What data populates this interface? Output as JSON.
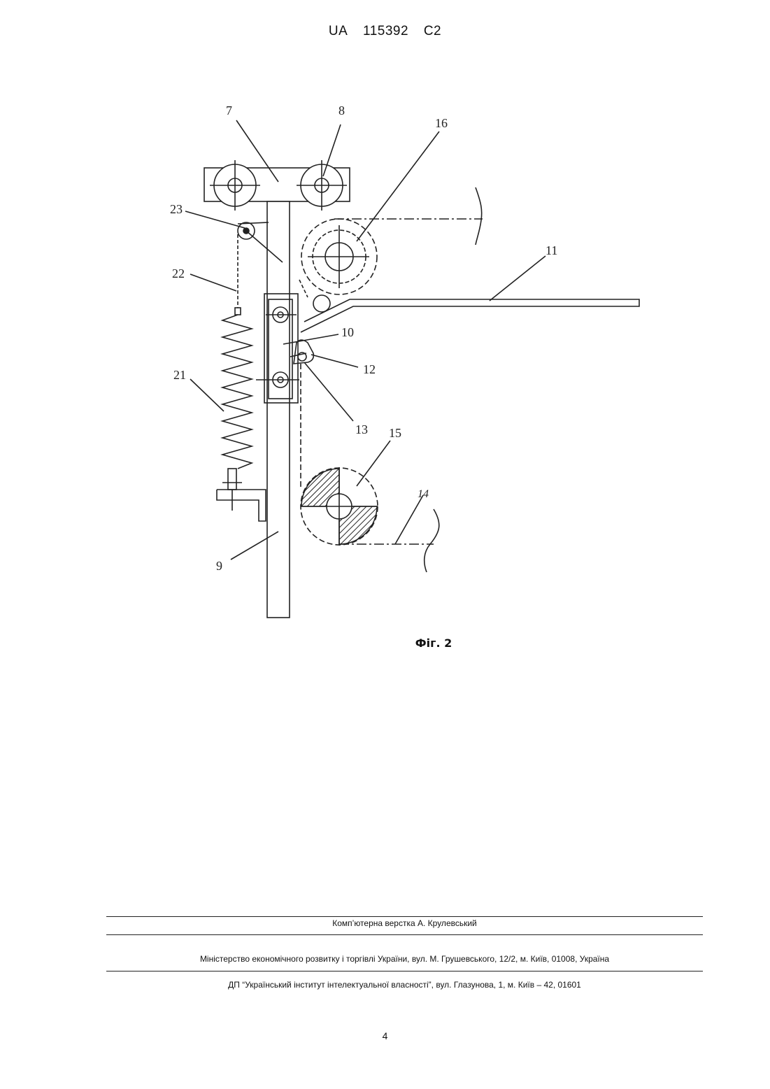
{
  "header": {
    "country": "UA",
    "number": "115392",
    "kind": "C2"
  },
  "figure": {
    "caption": "Фіг. 2",
    "labels": {
      "l7": "7",
      "l8": "8",
      "l16": "16",
      "l23": "23",
      "l11": "11",
      "l22": "22",
      "l10": "10",
      "l12": "12",
      "l21": "21",
      "l13": "13",
      "l15": "15",
      "l14": "14",
      "l9": "9"
    }
  },
  "footer": {
    "layout": "Комп’ютерна верстка А. Крулевський",
    "ministry": "Міністерство економічного розвитку і торгівлі України, вул. М. Грушевського, 12/2, м. Київ, 01008, Україна",
    "institute": "ДП “Український інститут інтелектуальної власності”, вул. Глазунова, 1, м. Київ – 42, 01601"
  },
  "page_number": "4"
}
